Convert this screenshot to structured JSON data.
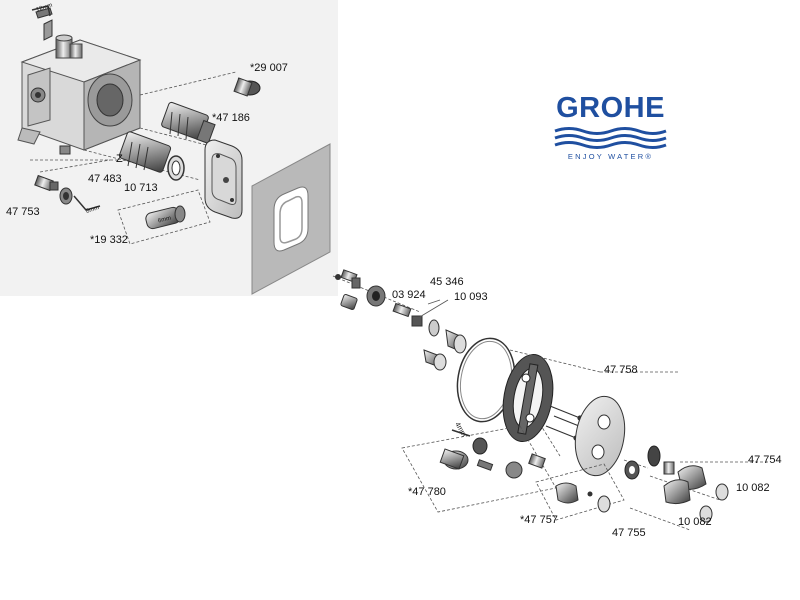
{
  "brand": {
    "name": "GROHE",
    "tagline": "ENJOY WATER®",
    "color": "#1f4fa0"
  },
  "part_labels": {
    "p29007": "*29 007",
    "p47186": "*47 186",
    "p47483": "47 483",
    "p10713": "10 713",
    "p47753": "47 753",
    "p19332": "*19 332",
    "z": "Z",
    "p45346": "45 346",
    "p03924": "03 924",
    "p10093": "10 093",
    "p47758": "47 758",
    "p47780": "*47 780",
    "p47757": "*47 757",
    "p47755": "47 755",
    "p10082a": "10 082",
    "p10082b": "10 082",
    "p47754": "47 754"
  },
  "tool_marks": {
    "t12mm": "12mm",
    "t6mm": "6mm",
    "t8mm": "8mm",
    "t4mm": "4mm"
  }
}
